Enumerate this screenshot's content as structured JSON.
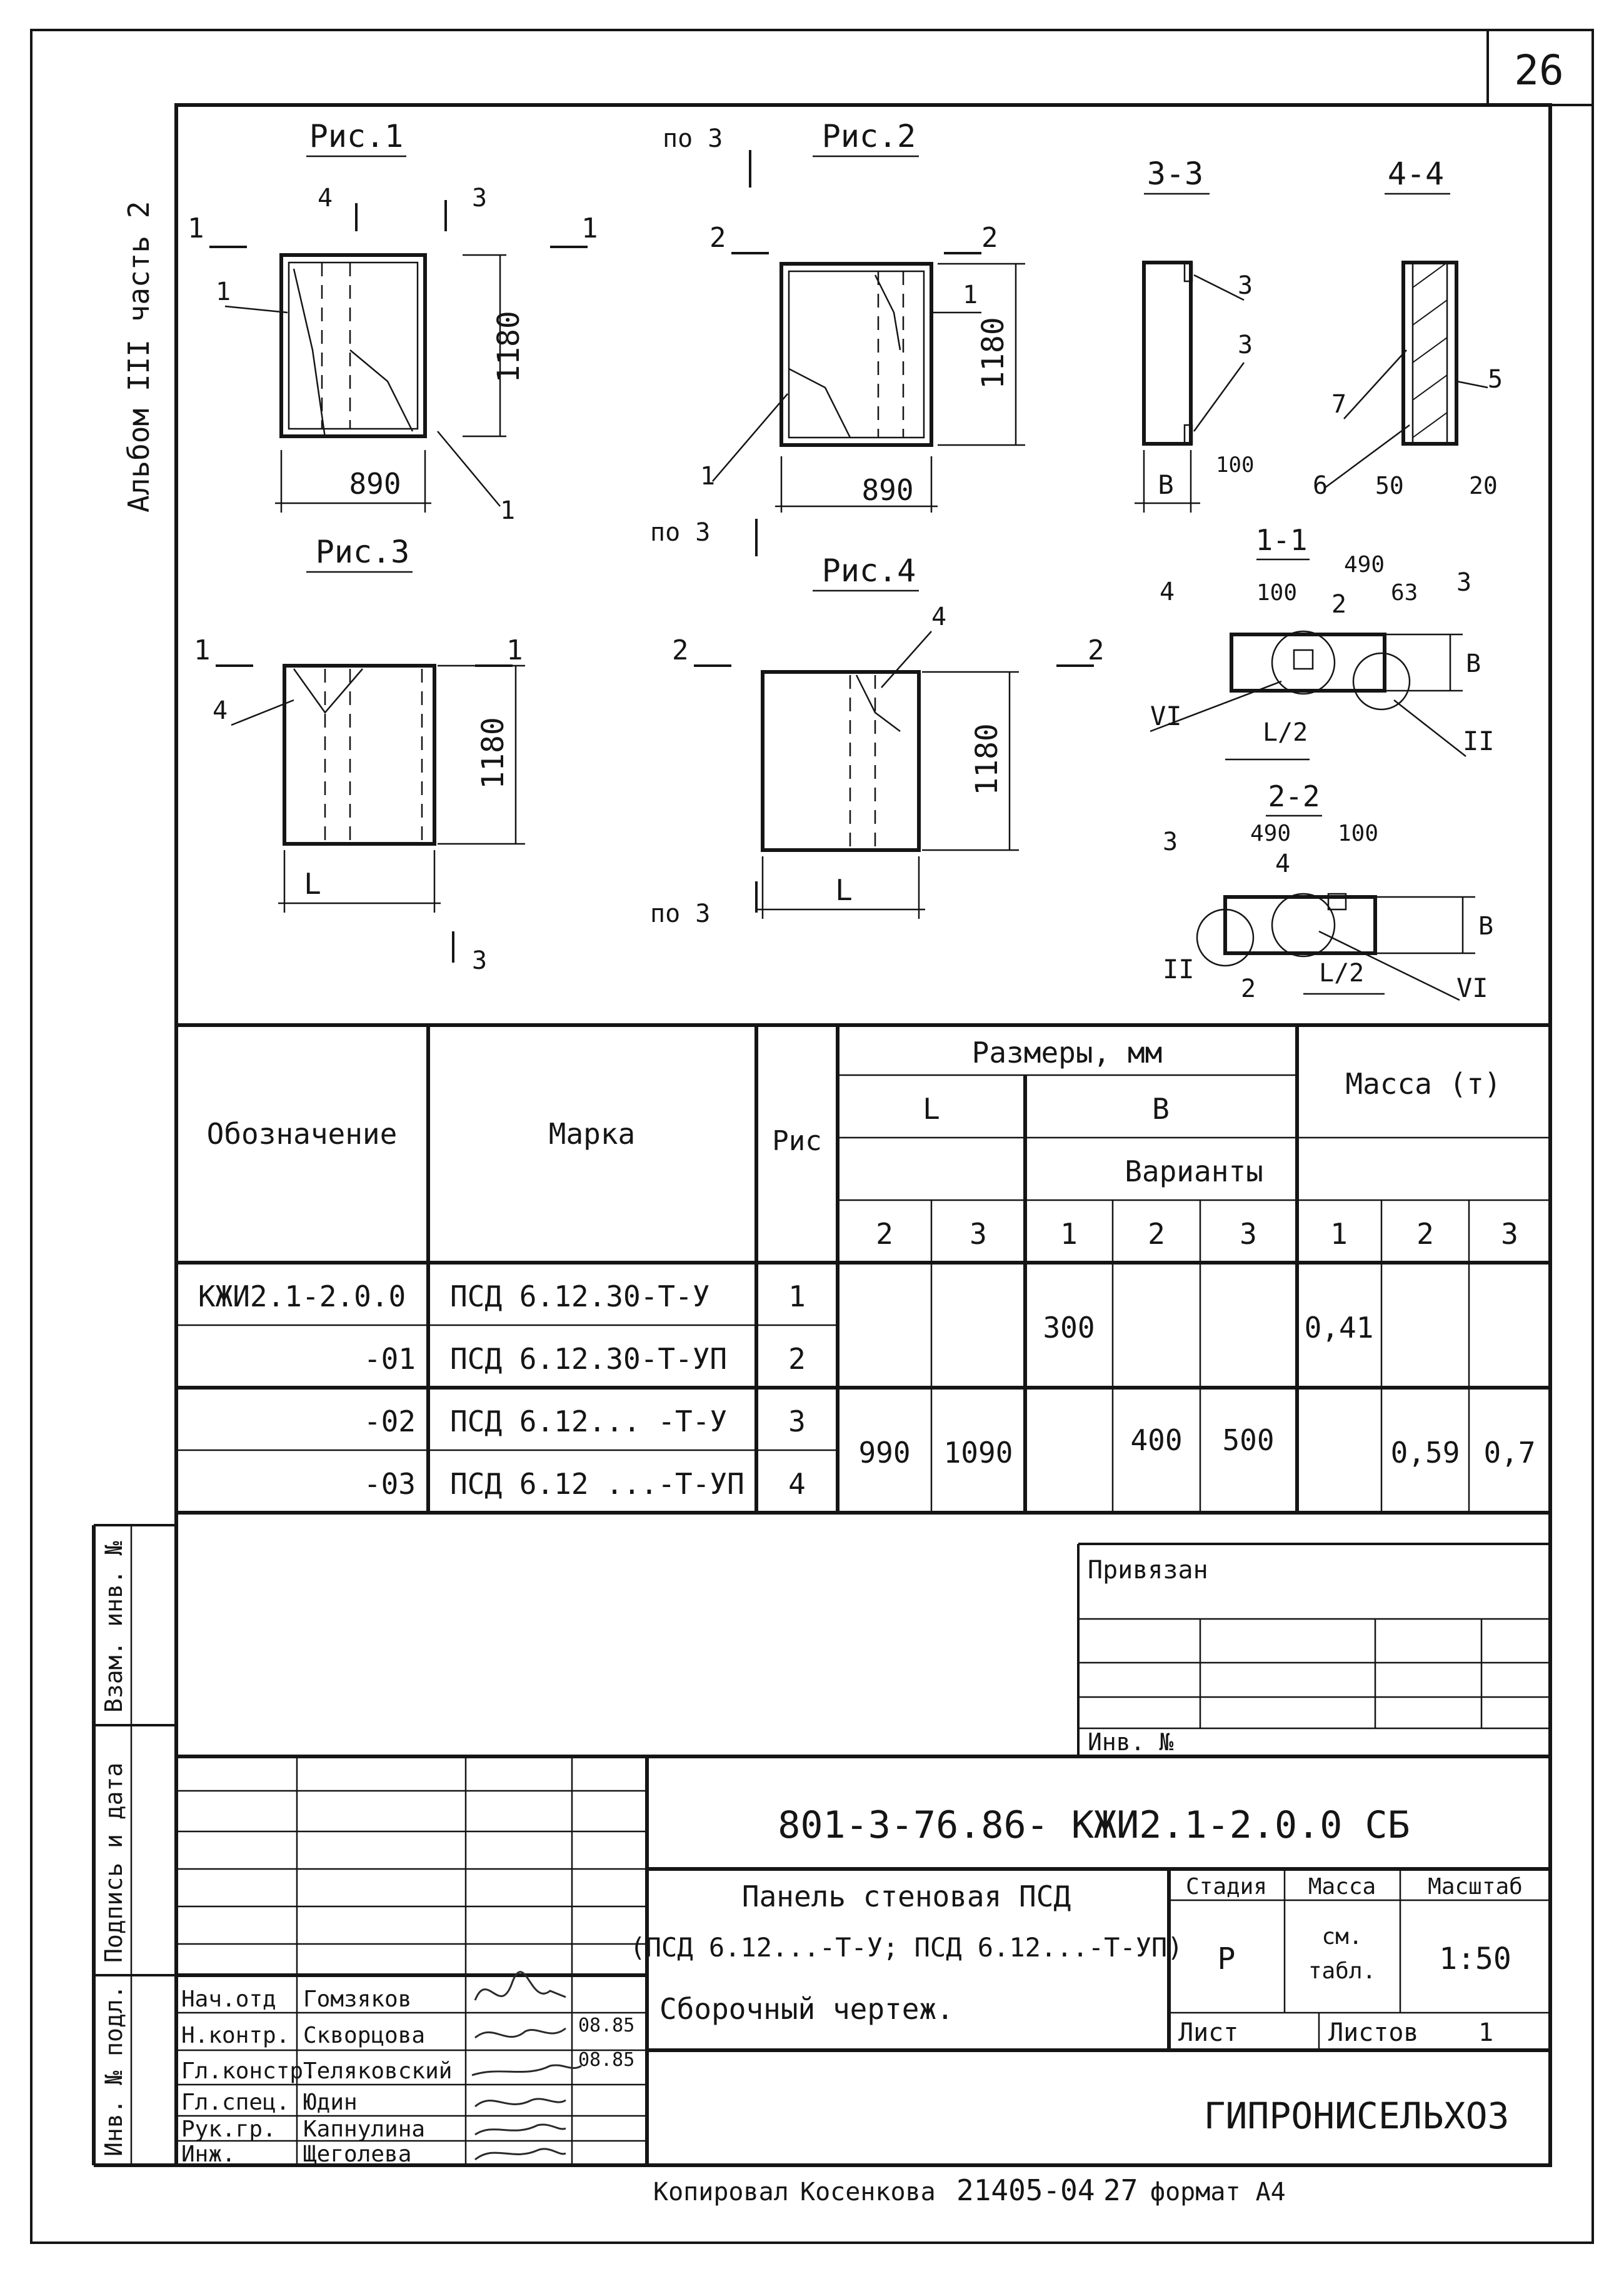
{
  "page_number": "26",
  "side_label": "Альбом III часть 2",
  "figures": {
    "fig1": {
      "title": "Рис.1",
      "height": "1180",
      "width": "890"
    },
    "fig2": {
      "title": "Рис.2",
      "height": "1180",
      "width": "890"
    },
    "fig3": {
      "title": "Рис.3",
      "height": "1180",
      "width": "L"
    },
    "fig4": {
      "title": "Рис.4",
      "height": "1180",
      "width": "L"
    }
  },
  "section_labels": {
    "s33": "3-3",
    "s44": "4-4",
    "s11": "1-1",
    "s22": "2-2",
    "po3": "по 3",
    "d100": "100",
    "d490": "490",
    "d63": "63",
    "d50": "50",
    "d20": "20",
    "L2": "L/2",
    "B": "B",
    "VI": "VI",
    "II": "II"
  },
  "spec_table": {
    "headers": {
      "designation": "Обозначение",
      "mark": "Марка",
      "fig": "Рис",
      "sizes": "Размеры, мм",
      "L": "L",
      "B": "B",
      "mass": "Масса (т)",
      "variants": "Варианты",
      "sub": [
        "2",
        "3",
        "1",
        "2",
        "3",
        "1",
        "2",
        "3"
      ]
    },
    "rows": [
      {
        "designation": "КЖИ2.1-2.0.0",
        "mark": "ПСД 6.12.30-Т-У",
        "fig": "1"
      },
      {
        "designation": "-01",
        "mark": "ПСД 6.12.30-Т-УП",
        "fig": "2"
      },
      {
        "designation": "-02",
        "mark": "ПСД 6.12... -Т-У",
        "fig": "3"
      },
      {
        "designation": "-03",
        "mark": "ПСД 6.12 ...-Т-УП",
        "fig": "4"
      }
    ],
    "values": {
      "B1": "300",
      "mass1": "0,41",
      "L2": "990",
      "L3": "1090",
      "B2": "400",
      "B3": "500",
      "mass2": "0,59",
      "mass3": "0,7"
    }
  },
  "binding": {
    "title": "Привязан",
    "inv": "Инв. №"
  },
  "side_stamp": [
    "Взам. инв. №",
    "Подпись и дата",
    "Инв. № подл."
  ],
  "title_block": {
    "code": "801-3-76.86- КЖИ2.1-2.0.0 СБ",
    "name_line1": "Панель стеновая ПСД",
    "name_line2": "(ПСД 6.12...-Т-У; ПСД 6.12...-Т-УП)",
    "name_line3": "Сборочный чертеж.",
    "stage_label": "Стадия",
    "mass_label": "Масса",
    "scale_label": "Масштаб",
    "stage": "Р",
    "mass_value_1": "см.",
    "mass_value_2": "табл.",
    "scale": "1:50",
    "sheet_label": "Лист",
    "sheets_label": "Листов",
    "sheets": "1",
    "org": "ГИПРОНИСЕЛЬХОЗ",
    "staff": [
      {
        "role": "Нач.отд",
        "name": "Гомзяков",
        "date": ""
      },
      {
        "role": "Н.контр.",
        "name": "Скворцова",
        "date": "08.85"
      },
      {
        "role": "Гл.констр.",
        "name": "Теляковский",
        "date": "08.85"
      },
      {
        "role": "Гл.спец.",
        "name": "Юдин",
        "date": ""
      },
      {
        "role": "Рук.гр.",
        "name": "Капнулина",
        "date": ""
      },
      {
        "role": "Инж.",
        "name": "Щеголева",
        "date": ""
      }
    ]
  },
  "footer": {
    "copied": "Копировал",
    "copier": "Косенкова",
    "number": "21405-04",
    "sheet": "27",
    "format": "формат А4"
  }
}
